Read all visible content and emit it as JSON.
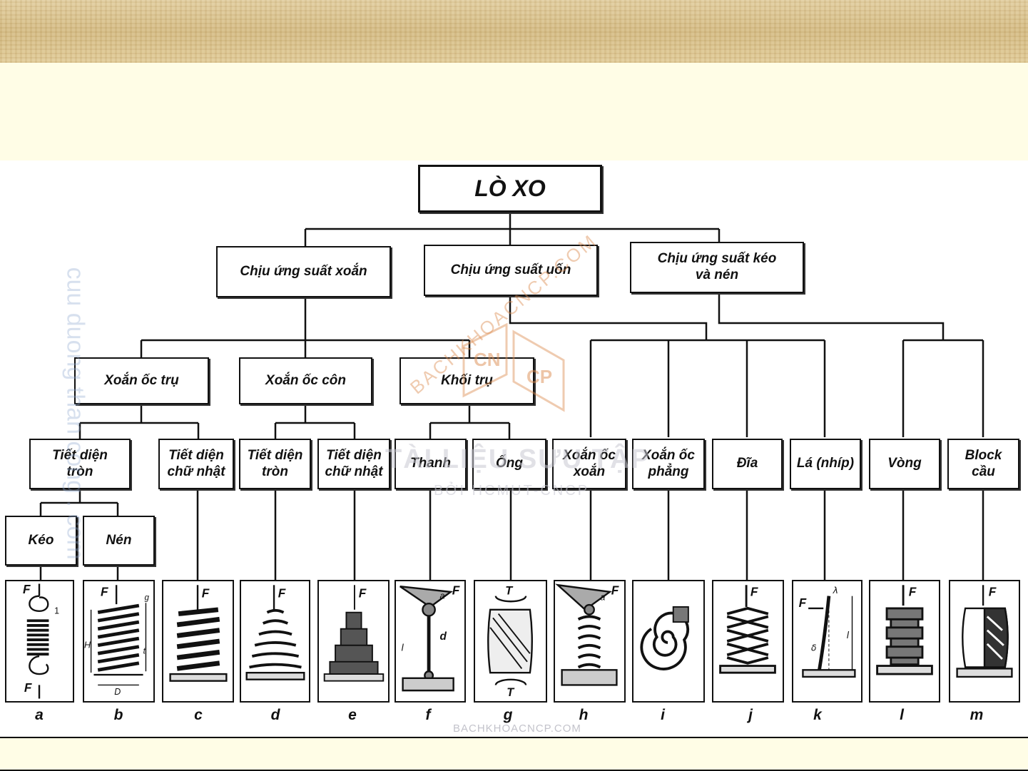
{
  "root": "LÒ XO",
  "level1": {
    "torsion": "Chịu ứng suất xoắn",
    "bending": "Chịu ứng suất uốn",
    "tension_compression": "Chịu ứng suất kéo\nvà nén"
  },
  "level2": {
    "cylindrical_coil": "Xoắn ốc trụ",
    "conical_coil": "Xoắn ốc côn",
    "solid_cylinder": "Khối trụ"
  },
  "level3": {
    "round_section_1": "Tiết diện\ntròn",
    "rect_section_1": "Tiết diện\nchữ nhật",
    "round_section_2": "Tiết diện\ntròn",
    "rect_section_2": "Tiết diện\nchữ nhật",
    "bar": "Thanh",
    "tube": "Ống",
    "torsion_coil": "Xoắn ốc\nxoắn",
    "flat_coil": "Xoắn ốc\nphẳng",
    "disc": "Đĩa",
    "leaf": "Lá (nhíp)",
    "ring": "Vòng",
    "block": "Block\ncầu"
  },
  "level4": {
    "tension": "Kéo",
    "compression": "Nén"
  },
  "symbols": {
    "force": "F",
    "torque": "T",
    "diameter_d": "d",
    "diameter_D": "D",
    "height_H": "H",
    "length_l": "l",
    "arm_a": "a",
    "pitch_t": "t",
    "gap_g": "g",
    "delta": "δ",
    "lambda": "λ",
    "section_11": "1"
  },
  "figure_letters": [
    "a",
    "b",
    "c",
    "d",
    "e",
    "f",
    "g",
    "h",
    "i",
    "j",
    "k",
    "l",
    "m"
  ],
  "watermarks": {
    "main_1": "BACHKHOACNCP.COM",
    "main_2": "TÀI LIỆU SƯU TẬP",
    "main_3": "BỞI HCMUT-CNCP",
    "side": "cuu duong than cong . com",
    "bottom": "BACHKHOACNCP.COM",
    "logo_cn": "CN",
    "logo_cp": "CP"
  }
}
